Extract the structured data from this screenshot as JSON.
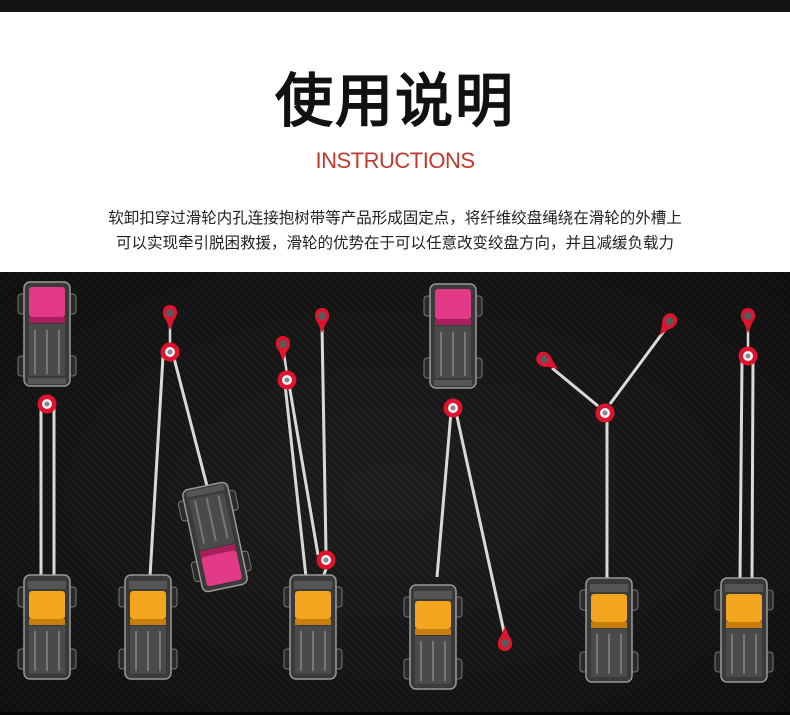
{
  "header": {
    "title": "使用说明",
    "subtitle": "INSTRUCTIONS"
  },
  "description": {
    "line1": "软卸扣穿过滑轮内孔连接抱树带等产品形成固定点，将纤维绞盘绳绕在滑轮的外槽上",
    "line2": "可以实现牵引脱困救援，滑轮的优势在于可以任意改变绞盘方向，并且减缓负载力"
  },
  "colors": {
    "accent": "#c0392b",
    "rope": "#d9d9d9",
    "pulley": "#e0132e",
    "pink_vehicle": "#e23a86",
    "yellow_vehicle": "#f2a51d",
    "background": "#1c1c1c"
  },
  "diagrams": [
    {
      "name": "direct-double-line-pull",
      "stuck_vehicle_color": "pink",
      "winch_vehicle_color": "yellow"
    },
    {
      "name": "redirected-pull-via-anchor",
      "stuck_vehicle_color": "pink",
      "winch_vehicle_color": "yellow"
    },
    {
      "name": "triple-line-pull",
      "winch_vehicle_color": "yellow"
    },
    {
      "name": "vehicle-anchor-redirect",
      "stuck_vehicle_color": "pink",
      "winch_vehicle_color": "yellow"
    },
    {
      "name": "y-anchor-pull",
      "winch_vehicle_color": "yellow"
    },
    {
      "name": "anchor-double-line-pull",
      "winch_vehicle_color": "yellow"
    }
  ]
}
